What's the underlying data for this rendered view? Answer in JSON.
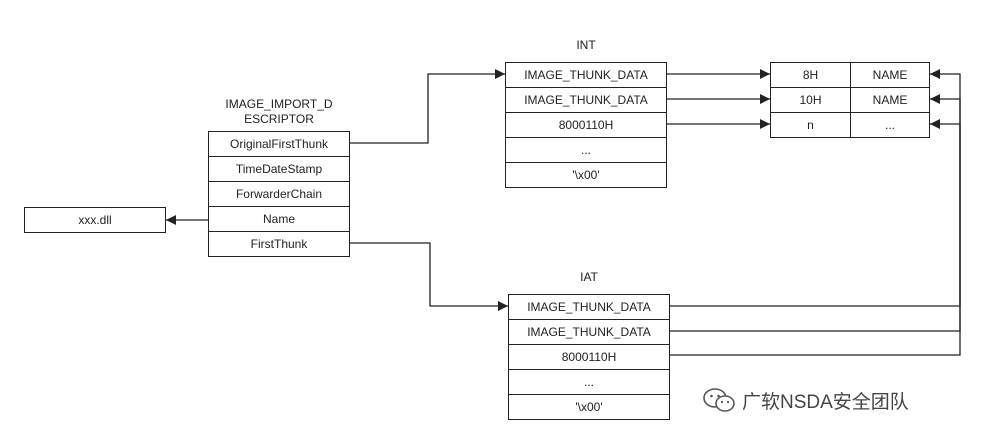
{
  "descriptor": {
    "title_line1": "IMAGE_IMPORT_D",
    "title_line2": "ESCRIPTOR",
    "fields": [
      "OriginalFirstThunk",
      "TimeDateStamp",
      "ForwarderChain",
      "Name",
      "FirstThunk"
    ]
  },
  "dll_name": "xxx.dll",
  "int_table": {
    "title": "INT",
    "rows": [
      "IMAGE_THUNK_DATA",
      "IMAGE_THUNK_DATA",
      "8000110H",
      "...",
      "'\\x00'"
    ]
  },
  "iat_table": {
    "title": "IAT",
    "rows": [
      "IMAGE_THUNK_DATA",
      "IMAGE_THUNK_DATA",
      "8000110H",
      "...",
      "'\\x00'"
    ]
  },
  "name_table": {
    "rows": [
      {
        "hint": "8H",
        "name": "NAME"
      },
      {
        "hint": "10H",
        "name": "NAME"
      },
      {
        "hint": "n",
        "name": "..."
      }
    ]
  },
  "watermark": {
    "text": "广软NSDA安全团队",
    "icon": "wechat-icon"
  }
}
